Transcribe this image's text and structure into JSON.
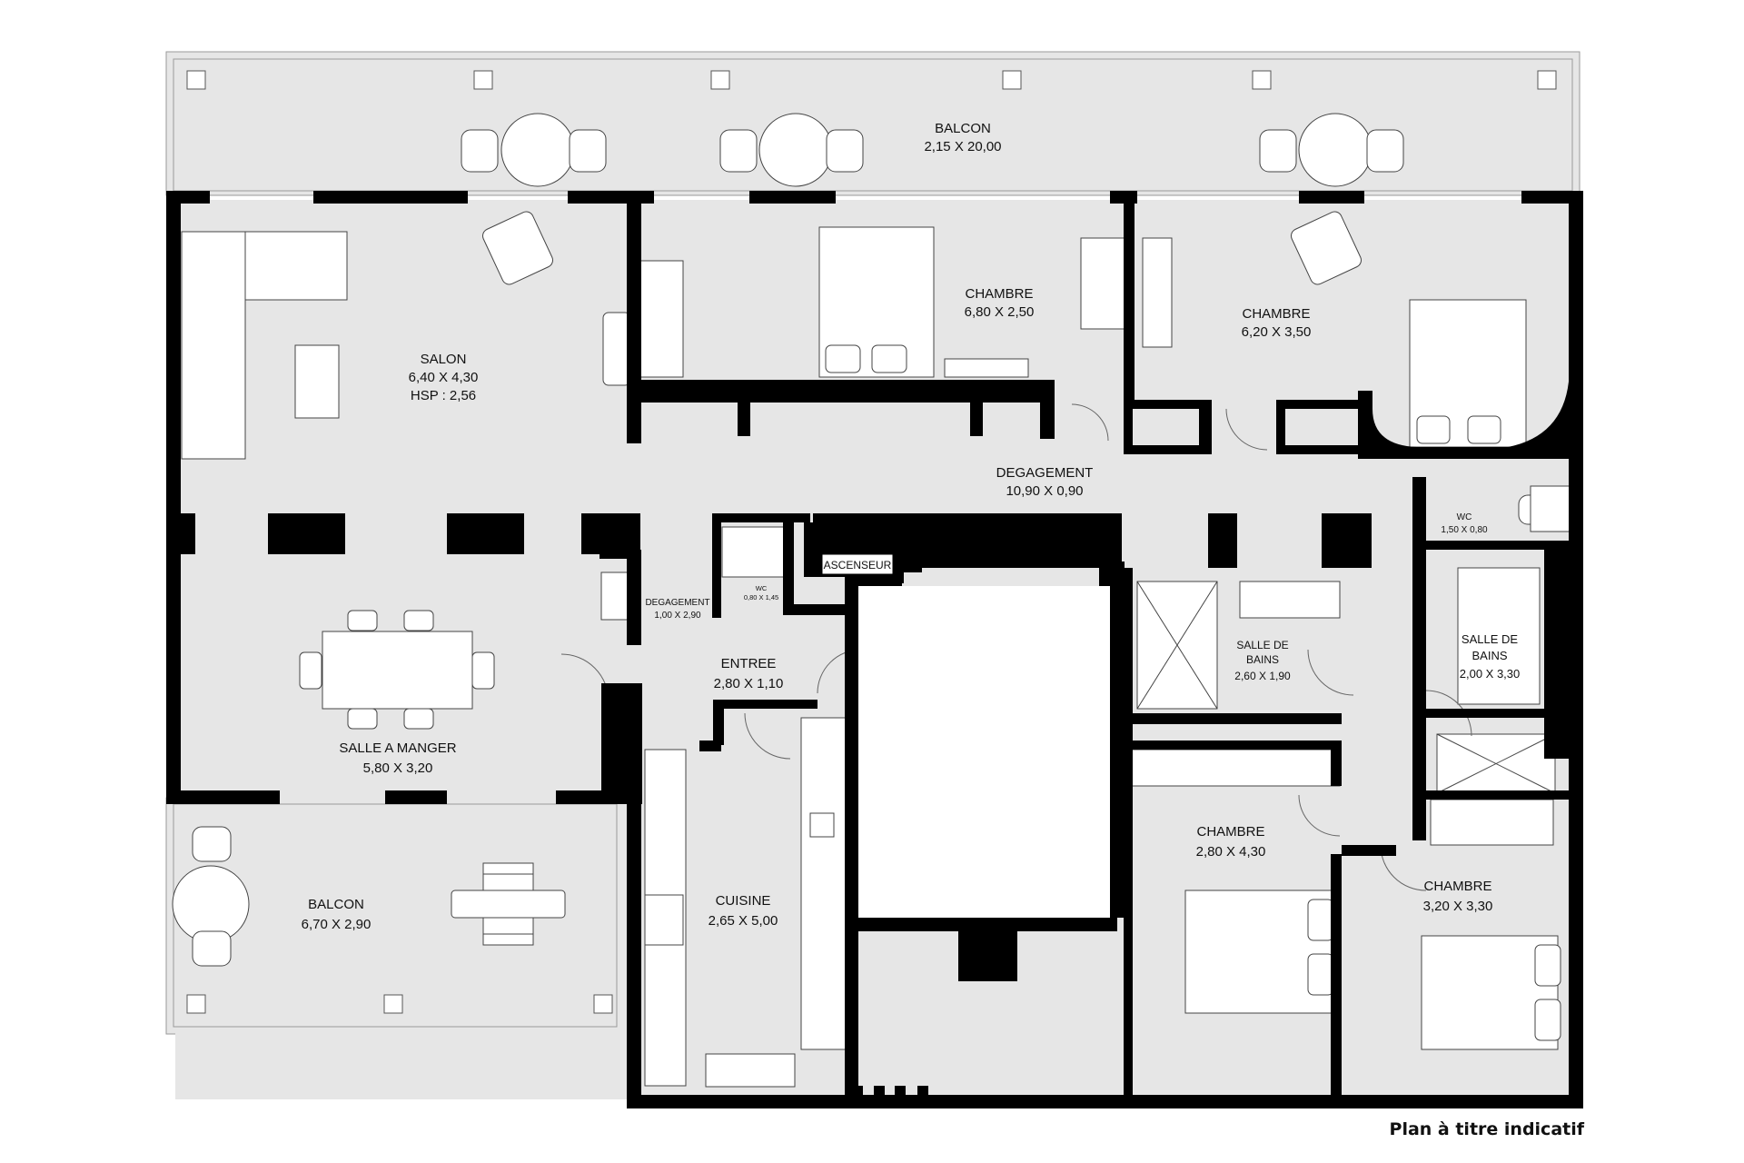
{
  "rooms": {
    "balcon_top": {
      "name": "BALCON",
      "dim": "2,15 X 20,00"
    },
    "salon": {
      "name": "SALON",
      "dim": "6,40 X 4,30",
      "extra": "HSP : 2,56"
    },
    "chambre1": {
      "name": "CHAMBRE",
      "dim": "6,80 X 2,50"
    },
    "chambre2": {
      "name": "CHAMBRE",
      "dim": "6,20 X 3,50"
    },
    "degagement": {
      "name": "DEGAGEMENT",
      "dim": "10,90 X 0,90"
    },
    "wc_right": {
      "name": "WC",
      "dim": "1,50 X 0,80"
    },
    "degagement_small": {
      "name": "DEGAGEMENT",
      "dim": "1,00 X 2,90"
    },
    "wc_small": {
      "name": "WC",
      "dim": "0,80 X 1,45"
    },
    "ascenseur": {
      "name": "ASCENSEUR"
    },
    "entree": {
      "name": "ENTREE",
      "dim": "2,80 X 1,10"
    },
    "sdb1": {
      "line1": "SALLE DE",
      "line2": "BAINS",
      "dim": "2,60 X 1,90"
    },
    "sdb2": {
      "line1": "SALLE DE",
      "line2": "BAINS",
      "dim": "2,00 X 3,30"
    },
    "salle_manger": {
      "name": "SALLE A MANGER",
      "dim": "5,80 X 3,20"
    },
    "balcon_bottom": {
      "name": "BALCON",
      "dim": "6,70 X 2,90"
    },
    "cuisine": {
      "name": "CUISINE",
      "dim": "2,65 X 5,00"
    },
    "chambre3": {
      "name": "CHAMBRE",
      "dim": "2,80 X 4,30"
    },
    "chambre4": {
      "name": "CHAMBRE",
      "dim": "3,20 X 3,30"
    }
  },
  "caption": "Plan à titre indicatif",
  "colors": {
    "floor": "#e6e6e6",
    "wall": "#000000",
    "furniture": "#ffffff"
  }
}
